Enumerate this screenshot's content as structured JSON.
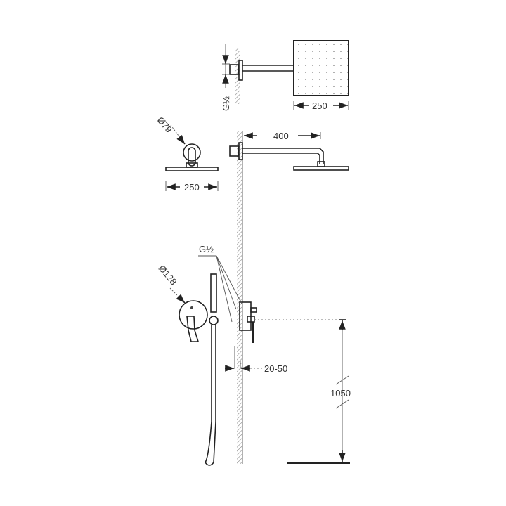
{
  "diagram": {
    "type": "technical-drawing",
    "subject": "Concealed shower set dimension drawing",
    "views": {
      "top_view": {
        "head_width_label": "250",
        "inlet_label": "G½"
      },
      "front_head_view": {
        "flange_diameter_label": "Ø79",
        "head_width_label": "250"
      },
      "side_view": {
        "arm_length_label": "400",
        "inlet_label": "G½",
        "recess_depth_label": "20-50",
        "mixer_height_label": "1050"
      },
      "mixer_front_view": {
        "plate_diameter_label": "Ø128"
      }
    }
  }
}
